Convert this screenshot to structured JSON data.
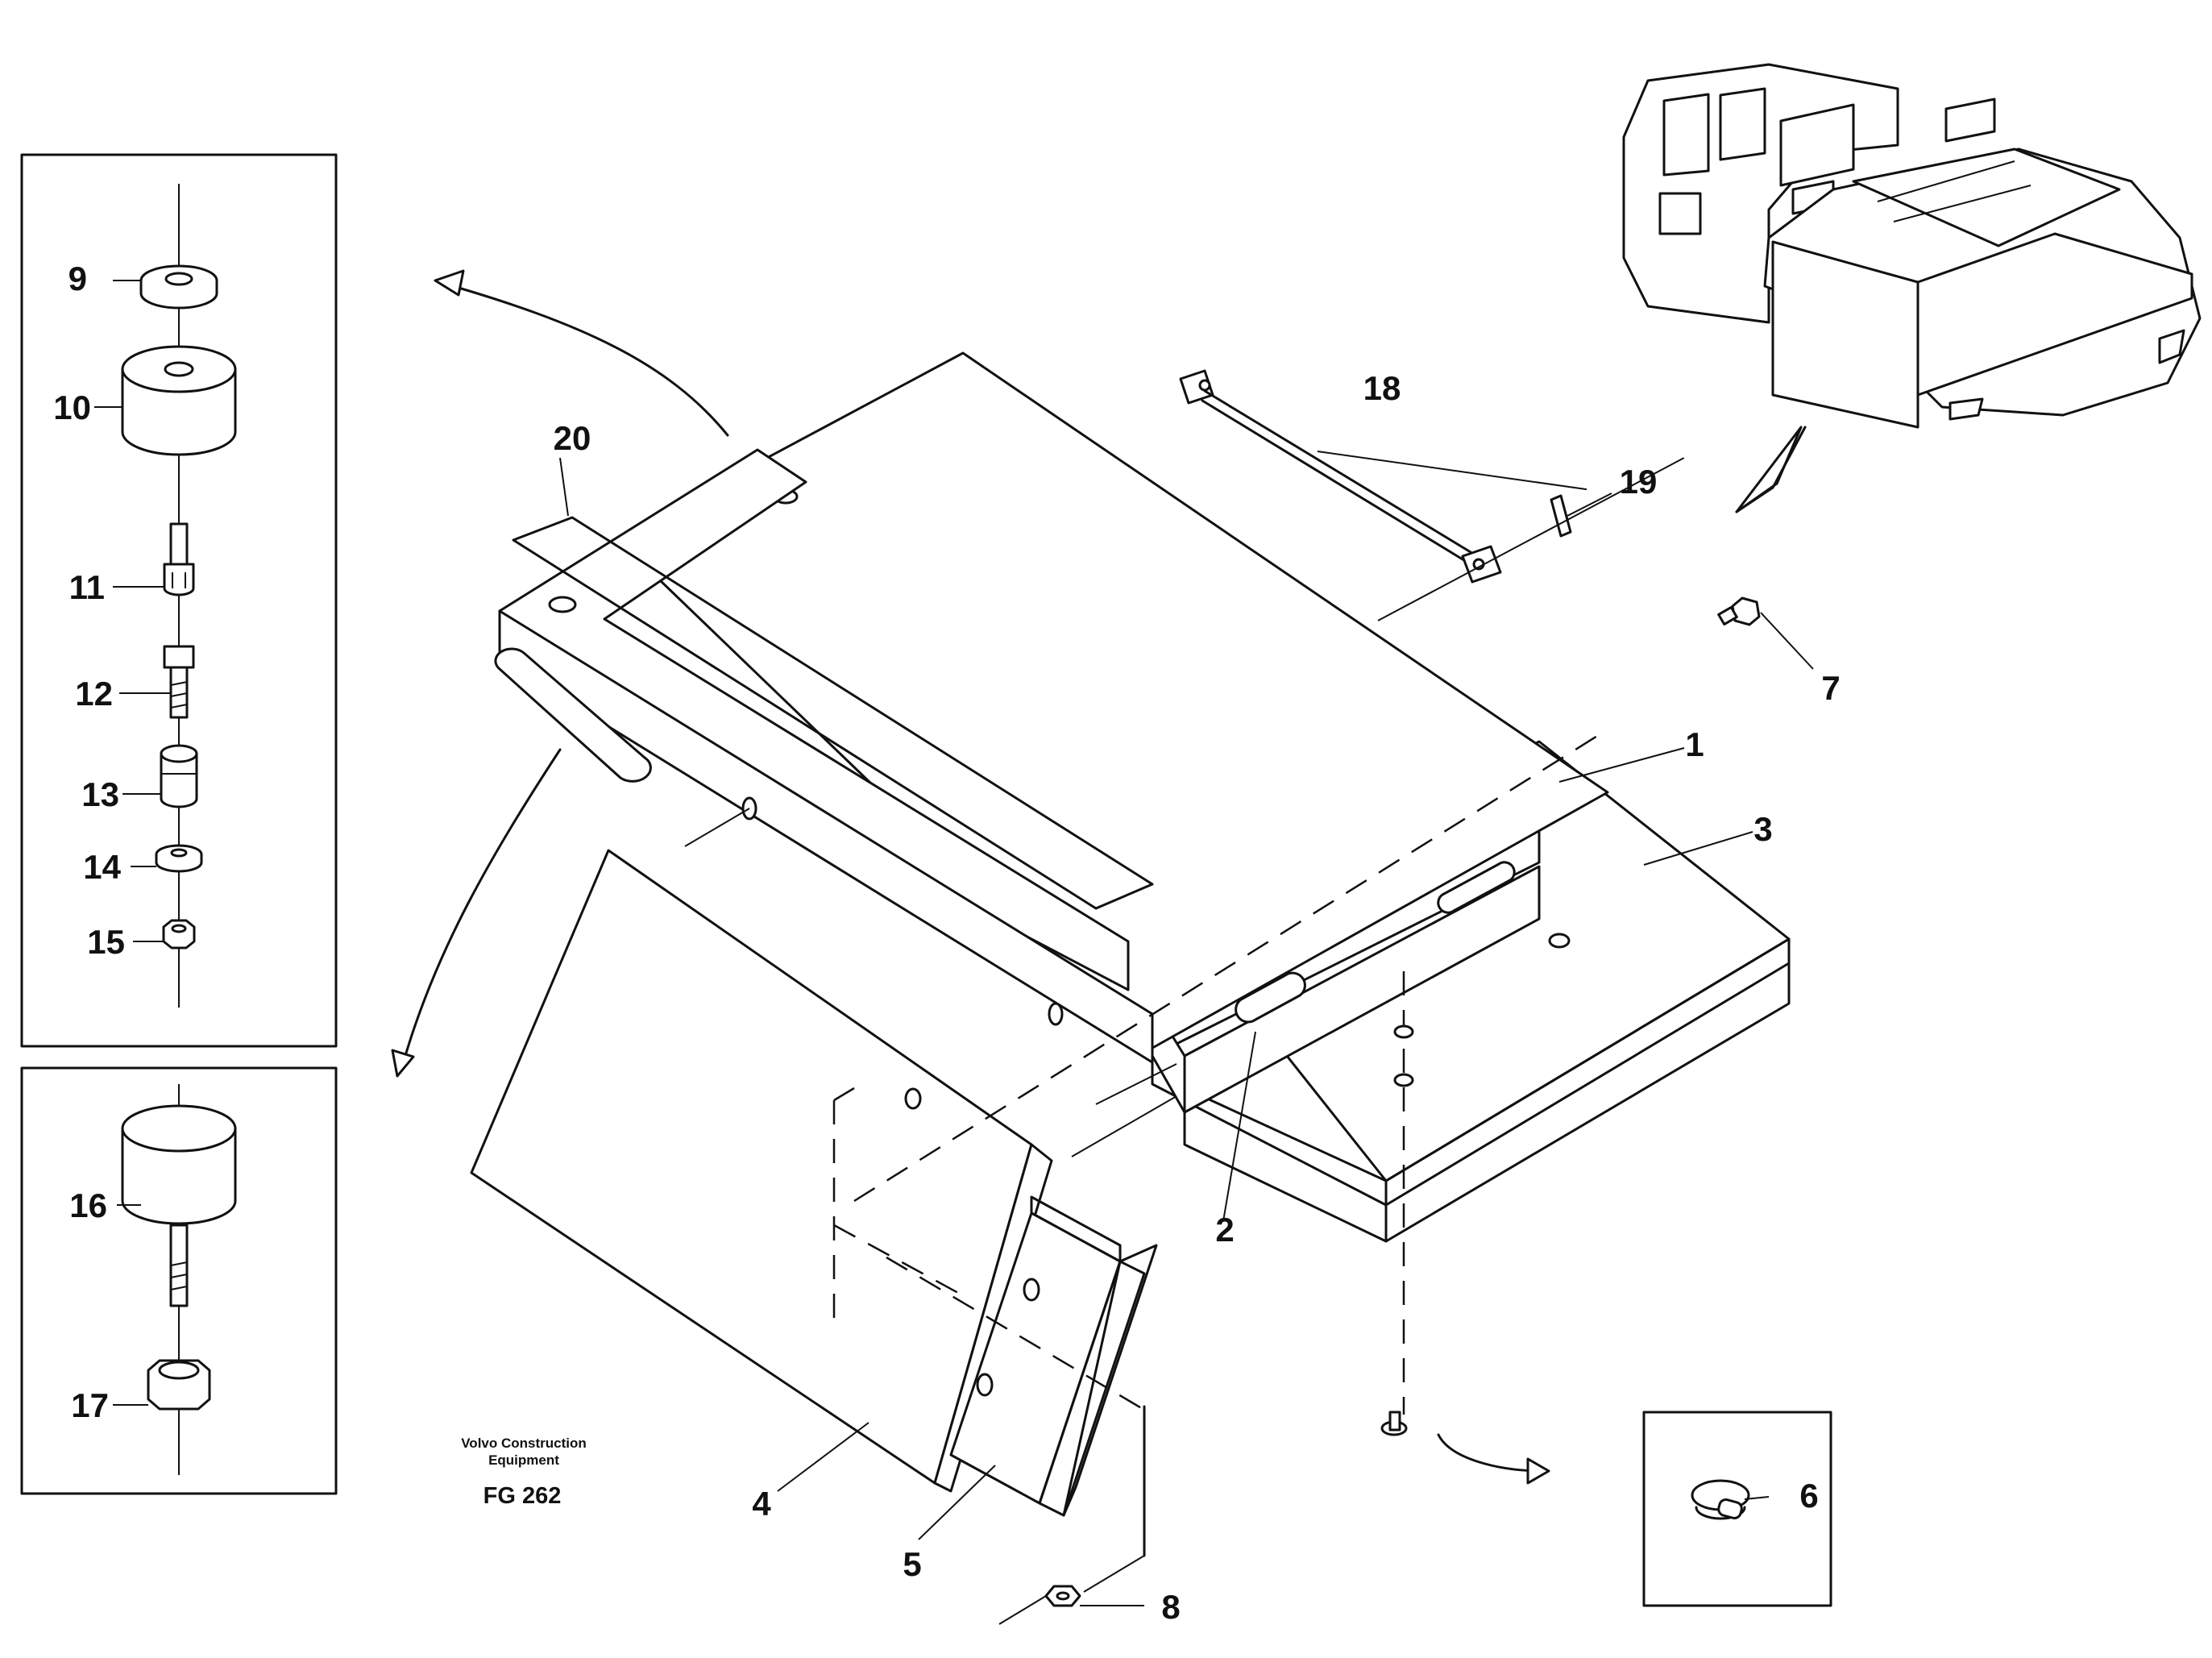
{
  "callouts": {
    "c1": "1",
    "c2": "2",
    "c3": "3",
    "c4": "4",
    "c5": "5",
    "c6": "6",
    "c7": "7",
    "c8": "8",
    "c9": "9",
    "c10": "10",
    "c11": "11",
    "c12": "12",
    "c13": "13",
    "c14": "14",
    "c15": "15",
    "c16": "16",
    "c17": "17",
    "c18": "18",
    "c19": "19",
    "c20": "20"
  },
  "caption": {
    "maker_line1": "Volvo Construction",
    "maker_line2": "Equipment",
    "figure_code": "FG 262"
  }
}
